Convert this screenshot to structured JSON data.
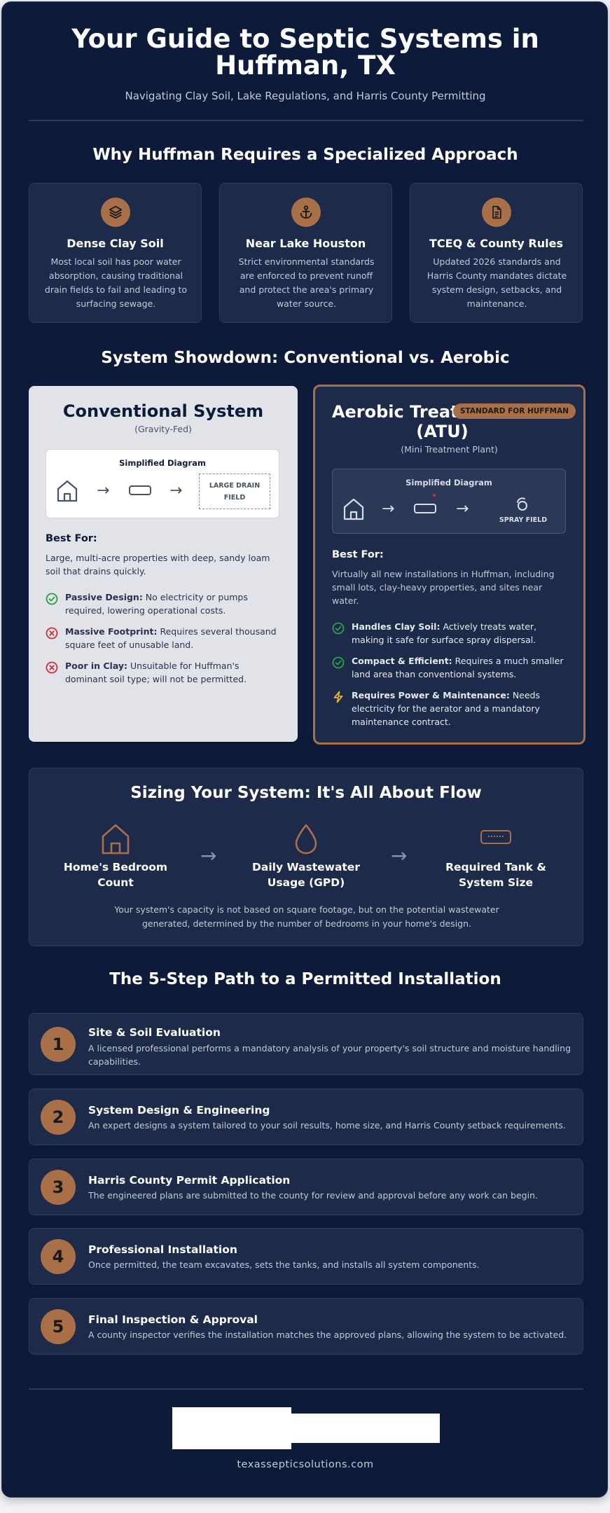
{
  "header": {
    "title": "Your Guide to Septic Systems in Huffman, TX",
    "subtitle": "Navigating Clay Soil, Lake Regulations, and Harris County Permitting"
  },
  "why": {
    "heading": "Why Huffman Requires a Specialized Approach",
    "cards": [
      {
        "icon": "layers-icon",
        "title": "Dense Clay Soil",
        "text": "Most local soil has poor water absorption, causing traditional drain fields to fail and leading to surfacing sewage."
      },
      {
        "icon": "anchor-icon",
        "title": "Near Lake Houston",
        "text": "Strict environmental standards are enforced to prevent runoff and protect the area's primary water source."
      },
      {
        "icon": "document-icon",
        "title": "TCEQ & County Rules",
        "text": "Updated 2026 standards and Harris County mandates dictate system design, setbacks, and maintenance."
      }
    ]
  },
  "showdown": {
    "heading": "System Showdown: Conventional vs. Aerobic",
    "conventional": {
      "title": "Conventional System",
      "subtitle": "(Gravity-Fed)",
      "diagram_caption": "Simplified Diagram",
      "diagram_field_label": "LARGE DRAIN FIELD",
      "best_for_label": "Best For:",
      "best_for_text": "Large, multi-acre properties with deep, sandy loam soil that drains quickly.",
      "items": [
        {
          "status": "check",
          "bold": "Passive Design:",
          "text": " No electricity or pumps required, lowering operational costs."
        },
        {
          "status": "cross",
          "bold": "Massive Footprint:",
          "text": " Requires several thousand square feet of unusable land."
        },
        {
          "status": "cross",
          "bold": "Poor in Clay:",
          "text": " Unsuitable for Huffman's dominant soil type; will not be permitted."
        }
      ]
    },
    "aerobic": {
      "title": "Aerobic Treatment Unit (ATU)",
      "subtitle": "(Mini Treatment Plant)",
      "badge": "STANDARD FOR HUFFMAN",
      "diagram_caption": "Simplified Diagram",
      "diagram_field_label": "SPRAY FIELD",
      "best_for_label": "Best For:",
      "best_for_text": "Virtually all new installations in Huffman, including small lots, clay-heavy properties, and sites near water.",
      "items": [
        {
          "status": "check",
          "bold": "Handles Clay Soil:",
          "text": " Actively treats water, making it safe for surface spray dispersal."
        },
        {
          "status": "check",
          "bold": "Compact & Efficient:",
          "text": " Requires a much smaller land area than conventional systems."
        },
        {
          "status": "bolt",
          "bold": "Requires Power & Maintenance:",
          "text": " Needs electricity for the aerator and a mandatory maintenance contract."
        }
      ]
    }
  },
  "sizing": {
    "heading": "Sizing Your System: It's All About Flow",
    "steps": [
      {
        "icon": "house-icon",
        "label": "Home's Bedroom Count"
      },
      {
        "icon": "water-drop-icon",
        "label": "Daily Wastewater Usage (GPD)"
      },
      {
        "icon": "tank-icon",
        "label": "Required Tank & System Size"
      }
    ],
    "note": "Your system's capacity is not based on square footage, but on the potential wastewater generated, determined by the number of bedrooms in your home's design."
  },
  "path": {
    "heading": "The 5-Step Path to a Permitted Installation",
    "steps": [
      {
        "num": "1",
        "title": "Site & Soil Evaluation",
        "text": "A licensed professional performs a mandatory analysis of your property's soil structure and moisture handling capabilities."
      },
      {
        "num": "2",
        "title": "System Design & Engineering",
        "text": "An expert designs a system tailored to your soil results, home size, and Harris County setback requirements."
      },
      {
        "num": "3",
        "title": "Harris County Permit Application",
        "text": "The engineered plans are submitted to the county for review and approval before any work can begin."
      },
      {
        "num": "4",
        "title": "Professional Installation",
        "text": "Once permitted, the team excavates, sets the tanks, and installs all system components."
      },
      {
        "num": "5",
        "title": "Final Inspection & Approval",
        "text": "A county inspector verifies the installation matches the approved plans, allowing the system to be activated."
      }
    ]
  },
  "footer": {
    "website": "texassepticsolutions.com"
  },
  "colors": {
    "background": "#0d1a3a",
    "card": "#1e2a4a",
    "accent": "#a96f46",
    "check": "#2e9e4a",
    "cross": "#c8323a",
    "bolt": "#e6b422"
  }
}
